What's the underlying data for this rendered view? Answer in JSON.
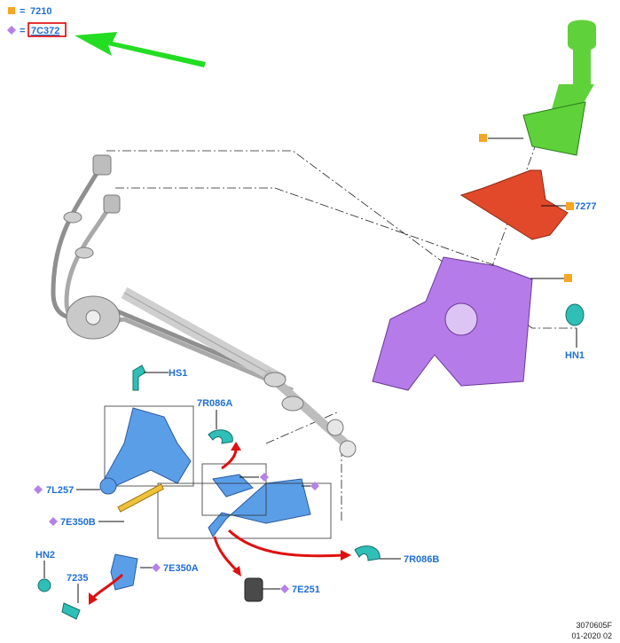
{
  "legend": {
    "square_code": "7210",
    "diamond_code": "7C372",
    "square_color": "#f5a623",
    "diamond_color": "#b681e6",
    "highlight_color": "#e00000",
    "arrow_color": "#22dd22"
  },
  "labels": {
    "lever": "7277",
    "hn1": "HN1",
    "hs1": "HS1",
    "clip_top": "7R086A",
    "bracket": "7L257",
    "rod": "7E350B",
    "housing": "7E350A",
    "hn2": "HN2",
    "sensor": "7235",
    "clip_right": "7R086B",
    "bushing": "7E251"
  },
  "colors": {
    "knob": "#5fd13a",
    "boot": "#e2482a",
    "shifter": "#b57be8",
    "bracket": "#5b9ee8",
    "rod": "#f0c23a",
    "clip": "#2fbfb7",
    "cable": "#9a9a9a",
    "red_arrow": "#e01010"
  },
  "footer": {
    "ref": "3070605F",
    "date": "01-2020 02"
  }
}
